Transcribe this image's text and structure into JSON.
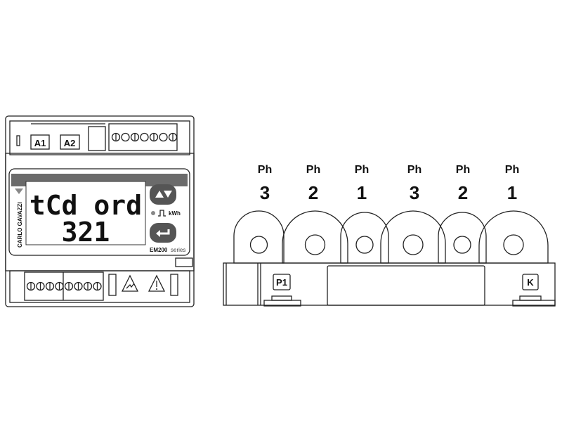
{
  "meter": {
    "terminal_labels": [
      "A1",
      "A2"
    ],
    "brand": "CARLO GAVAZZI",
    "model": "EM200",
    "series_label": "series",
    "display": {
      "line1": "tCd ord",
      "line2": "321"
    },
    "unit_label": "kWh",
    "buttons": [
      {
        "icon": "up-down-arrows-icon"
      },
      {
        "icon": "enter-icon"
      }
    ],
    "colors": {
      "panel_header": "#6b6b6b",
      "button": "#555555",
      "led": "#888888"
    }
  },
  "ct_block": {
    "phases": [
      {
        "label": "Ph",
        "number": "3"
      },
      {
        "label": "Ph",
        "number": "2"
      },
      {
        "label": "Ph",
        "number": "1"
      },
      {
        "label": "Ph",
        "number": "3"
      },
      {
        "label": "Ph",
        "number": "2"
      },
      {
        "label": "Ph",
        "number": "1"
      }
    ],
    "terminal_left": "P1",
    "terminal_right": "K"
  }
}
